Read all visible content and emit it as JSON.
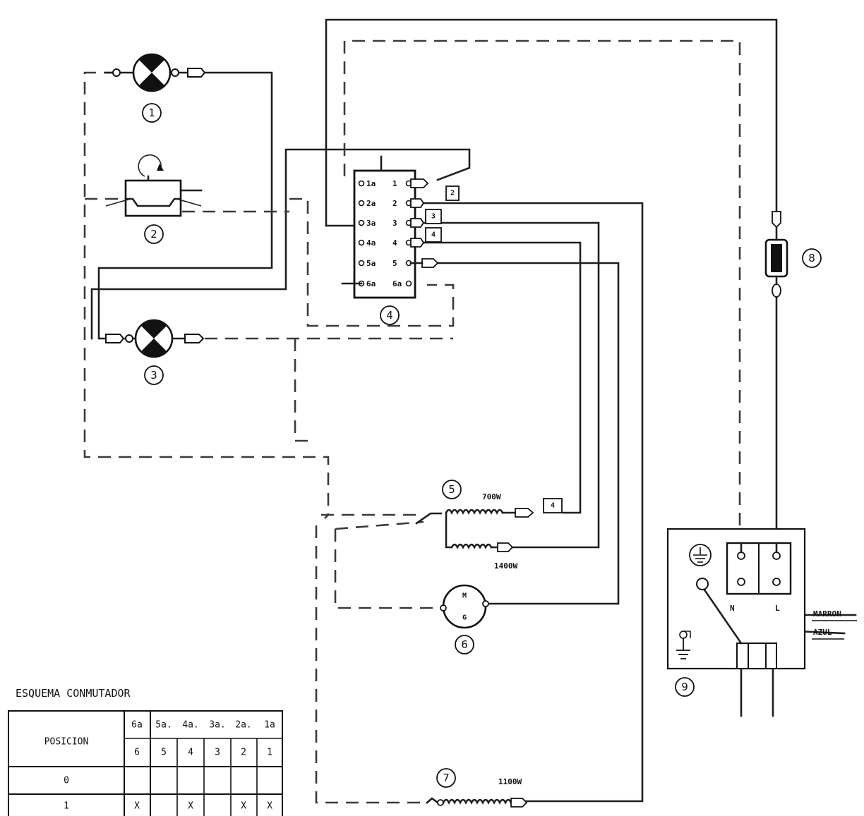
{
  "components": {
    "c1": "1",
    "c2": "2",
    "c3": "3",
    "c4": "4",
    "c5": "5",
    "c6": "6",
    "c7": "7",
    "c8": "8",
    "c9": "9"
  },
  "switch_terminals": [
    {
      "left": "1a",
      "right": "1"
    },
    {
      "left": "2a",
      "right": "2"
    },
    {
      "left": "3a",
      "right": "3"
    },
    {
      "left": "4a",
      "right": "4"
    },
    {
      "left": "5a",
      "right": "5"
    },
    {
      "left": "6a",
      "right": "6a"
    }
  ],
  "connector_tags": {
    "t2": "2",
    "t3": "3",
    "t4a": "4",
    "t4b": "4"
  },
  "element5": {
    "power_top": "700W",
    "power_bottom": "1400W"
  },
  "motor": {
    "top": "M",
    "bottom": "G"
  },
  "element7": {
    "power": "1100W"
  },
  "mains": {
    "n": "N",
    "l": "L",
    "brown": "MARRON",
    "blue": "AZUL"
  },
  "switch_table": {
    "title": "ESQUEMA CONMUTADOR",
    "row_header": "POSICION",
    "top_headers": [
      "6a",
      "5a.",
      "4a.",
      "3a.",
      "2a.",
      "1a"
    ],
    "sub_headers": [
      "6",
      "5",
      "4",
      "3",
      "2",
      "1"
    ],
    "rows": [
      {
        "pos": "0",
        "cells": [
          "",
          "",
          "",
          "",
          "",
          ""
        ]
      },
      {
        "pos": "1",
        "cells": [
          "X",
          "",
          "X",
          "",
          "X",
          "X"
        ]
      }
    ]
  }
}
